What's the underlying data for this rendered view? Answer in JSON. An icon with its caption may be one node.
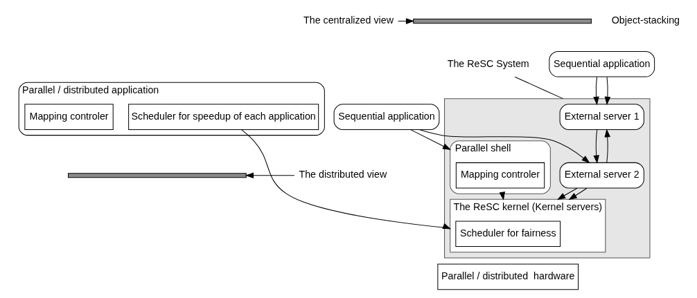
{
  "diagram": {
    "nodes": [
      {
        "text": [
          "Sequential application"
        ]
      },
      {
        "text": [
          "Sequential application"
        ]
      },
      {
        "text": [
          "The centralized view"
        ]
      },
      {
        "text": [],
        "shape": "bar"
      },
      {
        "text": [
          "The ReSC System"
        ]
      },
      {
        "text": [],
        "shape": "box"
      },
      {
        "text": [
          "External server 1"
        ],
        "in": 5
      },
      {
        "text": [
          "Parallel shell"
        ],
        "in": 5
      },
      {
        "text": [
          "Mapping controler"
        ],
        "in": 7
      },
      {
        "text": [
          "Parallel / distributed application"
        ]
      },
      {
        "text": [
          "Mapping controler"
        ],
        "in": 9
      },
      {
        "text": [
          "Scheduler for speedup of each application"
        ],
        "in": 9
      },
      {
        "text": [
          "External server 2"
        ],
        "in": 5
      },
      {
        "text": [
          "The distributed view"
        ]
      },
      {
        "text": [],
        "shape": "bar"
      },
      {
        "text": [
          "The ReSC kernel (Kernel servers)"
        ],
        "in": 5
      },
      {
        "text": [
          "Scheduler for fairness"
        ],
        "in": 15
      },
      {
        "text": [
          "Parallel / distributed  hardware"
        ]
      }
    ],
    "edges": [
      {
        "from": 2,
        "to": 3,
        "arrow": "to"
      },
      {
        "from": 0,
        "to": 6,
        "arrow": "to"
      },
      {
        "from": 0,
        "to": 6,
        "arrow": "to"
      },
      {
        "from": 1,
        "to": 12,
        "arrow": "to"
      },
      {
        "from": 1,
        "to": 7,
        "arrow": "to"
      },
      {
        "from": 12,
        "to": 6,
        "arrow": "to"
      },
      {
        "from": 6,
        "to": 12,
        "arrow": "to"
      },
      {
        "from": 4,
        "to": 5,
        "arrow": "none"
      },
      {
        "from": 13,
        "to": 14,
        "arrow": "to"
      },
      {
        "from": 12,
        "to": 15,
        "arrow": "to"
      },
      {
        "from": 12,
        "to": 15,
        "arrow": "to"
      },
      {
        "from": 7,
        "to": 15,
        "arrow": "to"
      },
      {
        "from": 11,
        "to": 15,
        "arrow": "to"
      }
    ],
    "labels": [
      "Object-stacking"
    ]
  }
}
